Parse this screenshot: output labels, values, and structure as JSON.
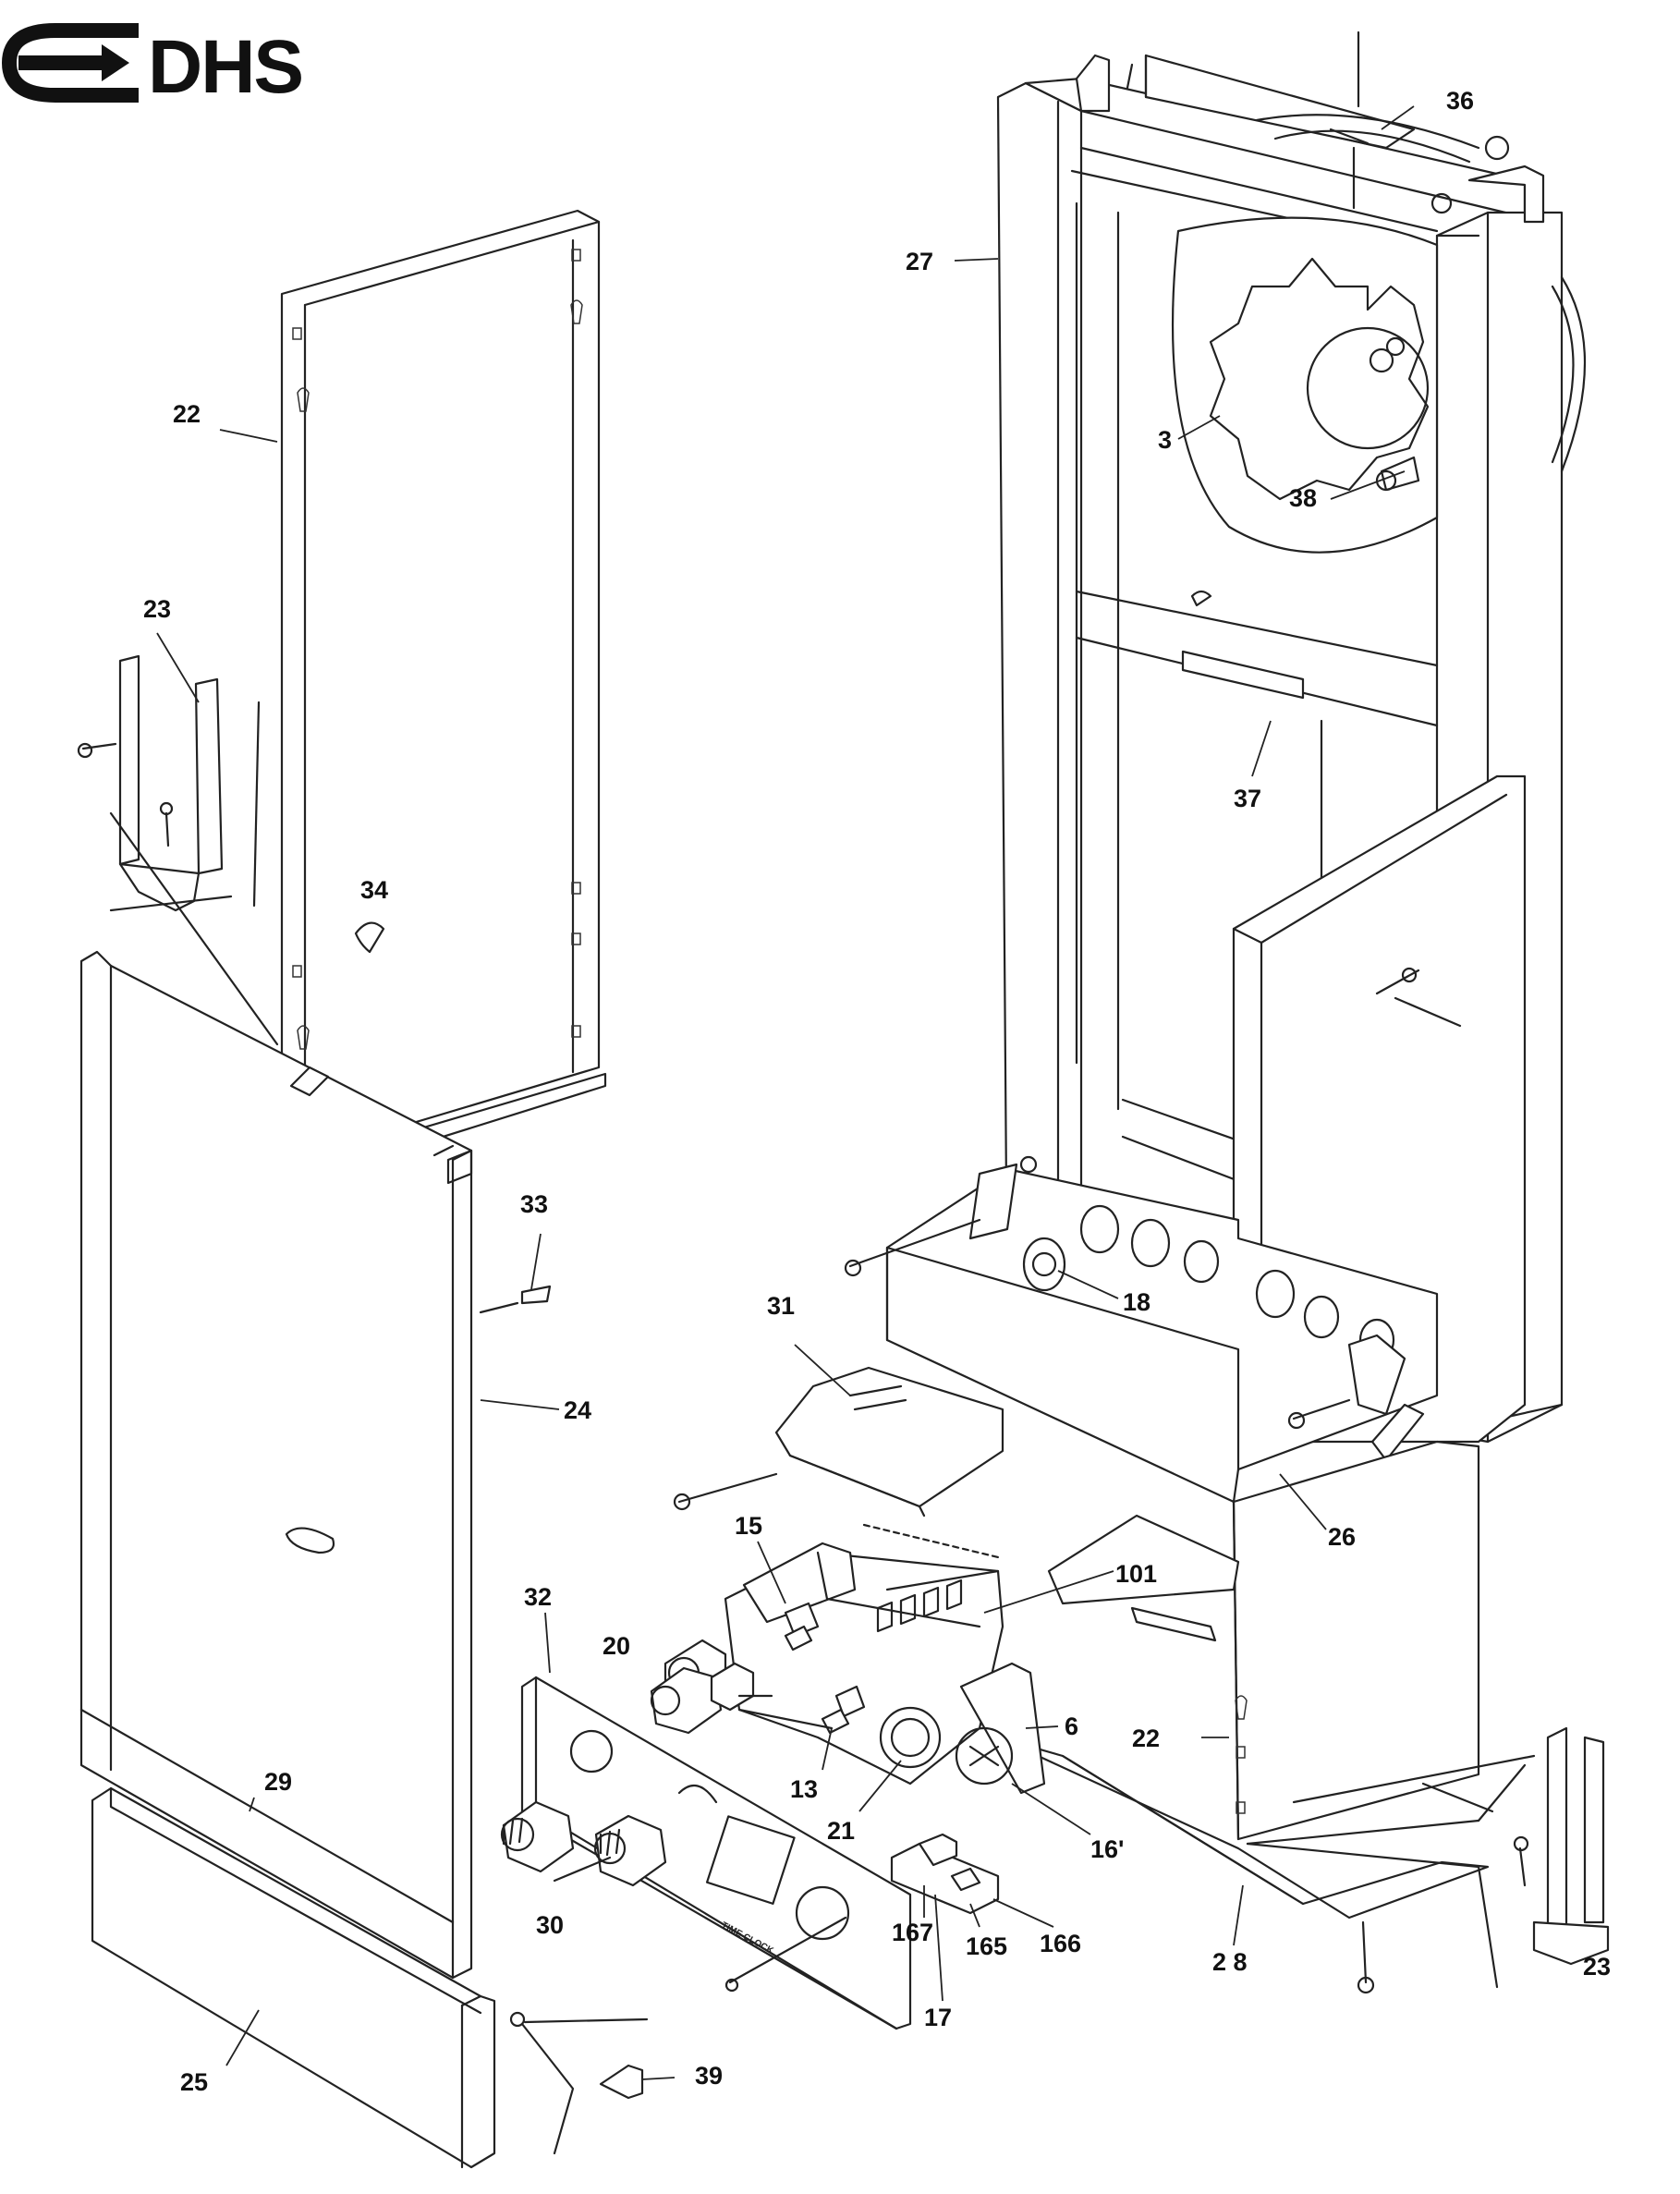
{
  "logo": {
    "text": "DHS"
  },
  "labels": [
    {
      "id": "36",
      "text": "36"
    },
    {
      "id": "27",
      "text": "27"
    },
    {
      "id": "3",
      "text": "3"
    },
    {
      "id": "38",
      "text": "38"
    },
    {
      "id": "22a",
      "text": "22"
    },
    {
      "id": "23a",
      "text": "23"
    },
    {
      "id": "34",
      "text": "34"
    },
    {
      "id": "37",
      "text": "37"
    },
    {
      "id": "33",
      "text": "33"
    },
    {
      "id": "24",
      "text": "24"
    },
    {
      "id": "18",
      "text": "18"
    },
    {
      "id": "31",
      "text": "31"
    },
    {
      "id": "26",
      "text": "26"
    },
    {
      "id": "15",
      "text": "15"
    },
    {
      "id": "101",
      "text": "101"
    },
    {
      "id": "32",
      "text": "32"
    },
    {
      "id": "20",
      "text": "20"
    },
    {
      "id": "6",
      "text": "6"
    },
    {
      "id": "22b",
      "text": "22"
    },
    {
      "id": "29",
      "text": "29"
    },
    {
      "id": "13",
      "text": "13"
    },
    {
      "id": "21",
      "text": "21"
    },
    {
      "id": "16",
      "text": "16'"
    },
    {
      "id": "30",
      "text": "30"
    },
    {
      "id": "167",
      "text": "167"
    },
    {
      "id": "165",
      "text": "165"
    },
    {
      "id": "166",
      "text": "166"
    },
    {
      "id": "23b",
      "text": "23"
    },
    {
      "id": "28",
      "text": "2 8"
    },
    {
      "id": "17",
      "text": "17"
    },
    {
      "id": "25",
      "text": "25"
    },
    {
      "id": "39",
      "text": "39"
    }
  ],
  "panel_text": {
    "timeclock": "TIME CLOCK"
  }
}
